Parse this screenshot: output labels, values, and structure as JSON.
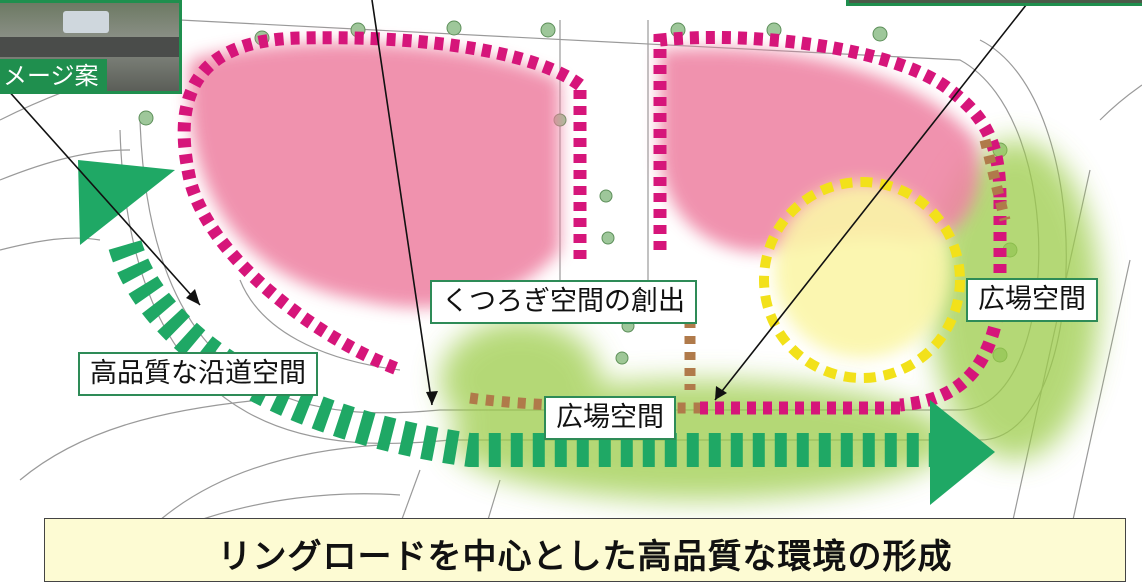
{
  "labels": {
    "ring_road": "高品質な沿道空間",
    "relax_space": "くつろぎ空間の創出",
    "plaza_right": "広場空間",
    "plaza_center": "広場空間"
  },
  "photo_caption": "メージ案",
  "banner_title": "リングロードを中心とした高品質な環境の形成",
  "colors": {
    "pink_zone": "#ee7fa0",
    "magenta_dash": "#d6157a",
    "green_zone": "#9ccc4a",
    "green_arrow": "#1fa865",
    "yellow_zone": "#fbf6a8",
    "yellow_dash": "#f2e11a",
    "brown_dash": "#b07a4a",
    "banner_bg": "#fdfbd3",
    "label_border": "#2e8b57"
  }
}
